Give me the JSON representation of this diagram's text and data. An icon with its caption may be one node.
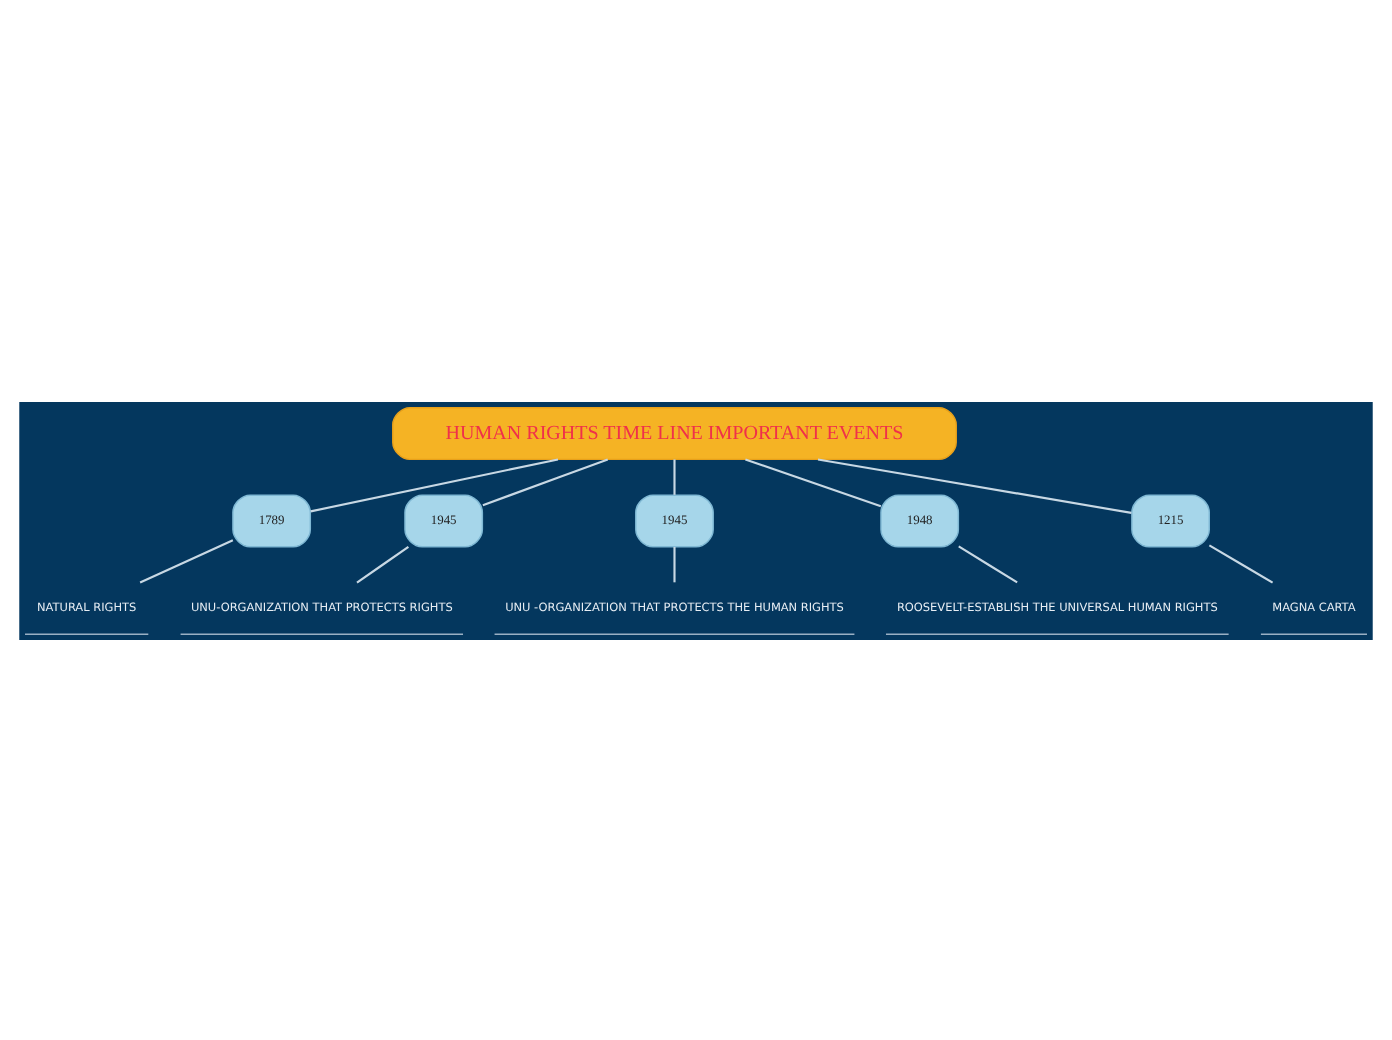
{
  "diagram": {
    "nodes": [
      {
        "text": [
          "HUMAN RIGHTS TIME LINE IMPORTANT EVENTS"
        ]
      },
      {
        "text": [
          "1789"
        ]
      },
      {
        "text": [
          "NATURAL RIGHTS"
        ]
      },
      {
        "text": [
          "1945"
        ]
      },
      {
        "text": [
          "UNU-ORGANIZATION THAT PROTECTS RIGHTS"
        ]
      },
      {
        "text": [
          "1945"
        ]
      },
      {
        "text": [
          "UNU -ORGANIZATION THAT PROTECTS THE HUMAN RIGHTS"
        ]
      },
      {
        "text": [
          "1948"
        ]
      },
      {
        "text": [
          "ROOSEVELT-ESTABLISH THE UNIVERSAL HUMAN RIGHTS"
        ]
      },
      {
        "text": [
          "1215"
        ]
      },
      {
        "text": [
          "MAGNA CARTA"
        ]
      }
    ],
    "edges": [
      {
        "from": 0,
        "to": 1,
        "arrow": "none"
      },
      {
        "from": 0,
        "to": 3,
        "arrow": "none"
      },
      {
        "from": 0,
        "to": 5,
        "arrow": "none"
      },
      {
        "from": 0,
        "to": 7,
        "arrow": "none"
      },
      {
        "from": 0,
        "to": 9,
        "arrow": "none"
      },
      {
        "from": 1,
        "to": 2,
        "arrow": "none"
      },
      {
        "from": 3,
        "to": 4,
        "arrow": "none"
      },
      {
        "from": 5,
        "to": 6,
        "arrow": "none"
      },
      {
        "from": 7,
        "to": 8,
        "arrow": "none"
      },
      {
        "from": 9,
        "to": 10,
        "arrow": "none"
      }
    ]
  }
}
